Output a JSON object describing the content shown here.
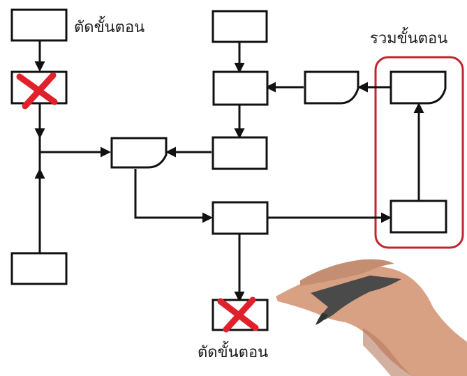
{
  "labels": {
    "cut_step_top": "ตัดขั้นตอน",
    "combine_steps": "รวมขั้นตอน",
    "cut_step_bottom": "ตัดขั้นตอน"
  },
  "colors": {
    "stroke": "#111111",
    "box_fill": "#ffffff",
    "cross": "#e0212b",
    "highlight": "#c0262d",
    "hand_skin": "#d9a184",
    "hand_shadow": "#b57a60",
    "pen": "#4a4a4a"
  },
  "icons": [
    "cross-mark-icon",
    "hand-holding-pen-icon"
  ]
}
